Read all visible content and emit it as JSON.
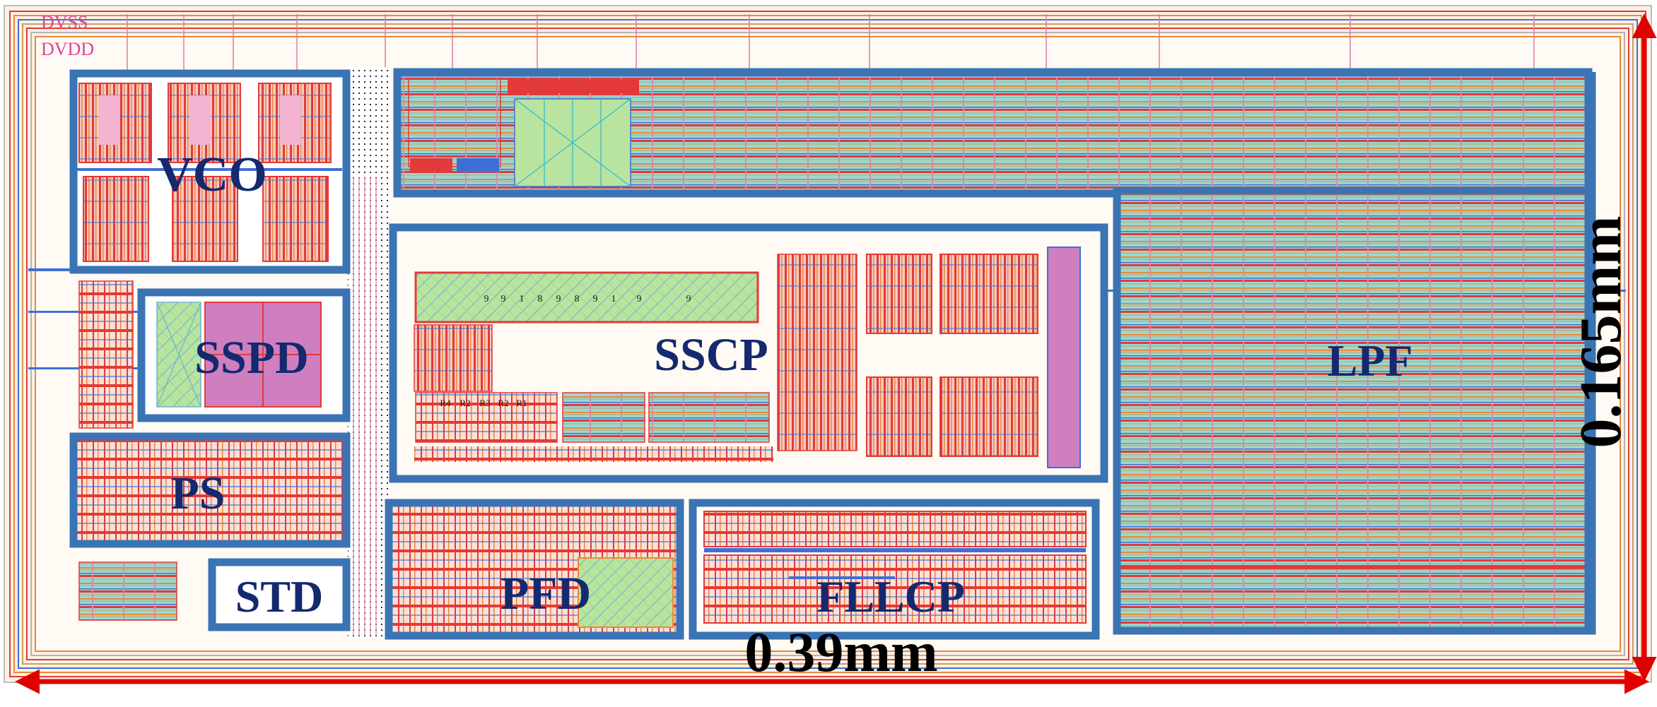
{
  "rails": {
    "dvss": "DVSS",
    "dvdd": "DVDD"
  },
  "blocks": {
    "vco": "VCO",
    "sspd": "SSPD",
    "ps": "PS",
    "std": "STD",
    "sscp": "SSCP",
    "pfd": "PFD",
    "fllcp": "FLLCP",
    "lpf": "LPF"
  },
  "dimensions": {
    "width": "0.39mm",
    "height": "0.165mm"
  },
  "capacitor_labels": [
    "9",
    "9",
    "1",
    "8",
    "9",
    "8",
    "9",
    "1",
    "9",
    "9"
  ],
  "resistor_labels": [
    "R4",
    "R2",
    "R3",
    "R2",
    "R1"
  ],
  "colors": {
    "block_border": "#3a74b4",
    "label": "#14296e",
    "dimension_arrow": "#e00000",
    "metal_red": "#e23a3a",
    "metal_blue": "#3f6fd6",
    "fill_cyan": "#8fd6d0",
    "fill_green": "#b8e4a0",
    "fill_magenta": "#cf7fc0",
    "rail_pink": "#e0409a"
  }
}
